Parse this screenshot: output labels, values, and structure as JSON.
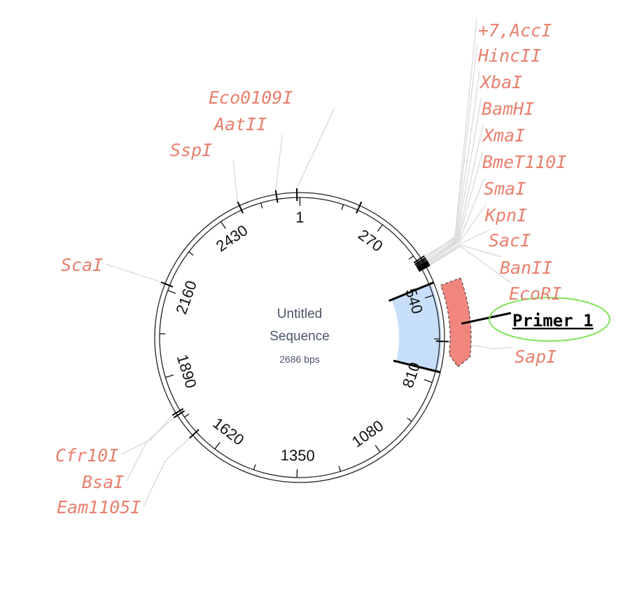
{
  "sequence": {
    "name_line1": "Untitled",
    "name_line2": "Sequence",
    "length_label": "2686 bps",
    "length": 2686
  },
  "tick_labels": [
    {
      "pos": 1,
      "label": "1"
    },
    {
      "pos": 270,
      "label": "270"
    },
    {
      "pos": 540,
      "label": "540"
    },
    {
      "pos": 810,
      "label": "810"
    },
    {
      "pos": 1080,
      "label": "1080"
    },
    {
      "pos": 1350,
      "label": "1350"
    },
    {
      "pos": 1620,
      "label": "1620"
    },
    {
      "pos": 1890,
      "label": "1890"
    },
    {
      "pos": 2160,
      "label": "2160"
    },
    {
      "pos": 2430,
      "label": "2430"
    }
  ],
  "enzymes": [
    {
      "name": "+7,AccI",
      "pos": 430
    },
    {
      "name": "HincII",
      "pos": 431
    },
    {
      "name": "XbaI",
      "pos": 424
    },
    {
      "name": "BamHI",
      "pos": 436
    },
    {
      "name": "XmaI",
      "pos": 441
    },
    {
      "name": "BmeT110I",
      "pos": 441
    },
    {
      "name": "SmaI",
      "pos": 443
    },
    {
      "name": "KpnI",
      "pos": 446
    },
    {
      "name": "SacI",
      "pos": 450
    },
    {
      "name": "BanII",
      "pos": 452
    },
    {
      "name": "EcoRI",
      "pos": 455
    },
    {
      "name": "SapI",
      "pos": 683
    },
    {
      "name": "Eco0109I",
      "pos": 2678
    },
    {
      "name": "AatII",
      "pos": 2617
    },
    {
      "name": "SspI",
      "pos": 2503
    },
    {
      "name": "ScaI",
      "pos": 2177
    },
    {
      "name": "Cfr10I",
      "pos": 1780
    },
    {
      "name": "BsaI",
      "pos": 1772
    },
    {
      "name": "Eam1105I",
      "pos": 1698
    }
  ],
  "unlabeled_cuts": [
    183
  ],
  "selection": {
    "start": 505,
    "end": 775
  },
  "primer": {
    "name": "Primer 1",
    "start": 520,
    "end": 750,
    "direction": "forward"
  },
  "colors": {
    "enzyme": "#e9806e",
    "primer": "#f0867d",
    "selection": "#c8dffb",
    "highlight": "#7ee35a",
    "leader": "#dddddd"
  }
}
